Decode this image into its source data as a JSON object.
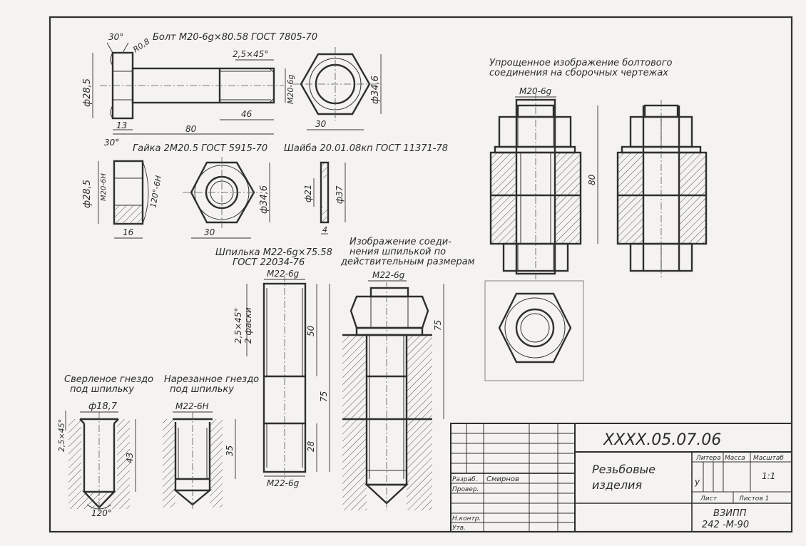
{
  "titles": {
    "bolt": "Болт М20-6g×80.58 ГОСТ 7805-70",
    "nut": "Гайка 2М20.5 ГОСТ 5915-70",
    "washer": "Шайба 20.01.08кп ГОСТ 11371-78",
    "stud_1": "Шпилька М22-6g×75.58",
    "stud_2": "ГОСТ 22034-76",
    "stud_conn_1": "Изображение соеди-",
    "stud_conn_2": "нения шпилькой по",
    "stud_conn_3": "действительным размерам",
    "simplified_1": "Упрощенное изображение болтового",
    "simplified_2": "соединения на сборочных чертежах",
    "drilled_1": "Сверленое гнездо",
    "drilled_2": "под шпильку",
    "tapped_1": "Нарезанное гнездо",
    "tapped_2": "под шпильку"
  },
  "dims": {
    "bolt": {
      "angle30": "30°",
      "r": "R0,8",
      "chamfer": "2,5×45°",
      "dia": "ф28,5",
      "thread": "М20-6g",
      "thread_len": "46",
      "head_h": "13",
      "length": "80",
      "across_corners": "ф34,6",
      "across_flats": "30"
    },
    "nut": {
      "angle30": "30°",
      "dia": "ф28,5",
      "thread": "М20-6Н",
      "angle120": "120°-6Н",
      "height": "16",
      "across_corners": "ф34,6",
      "across_flats": "30"
    },
    "washer": {
      "inner": "ф21",
      "outer": "ф37",
      "thickness": "4"
    },
    "stud": {
      "thread_top": "М22-6g",
      "thread_bottom": "М22-6g",
      "chamfer_1": "2,5×45°",
      "chamfer_2": "2 фаски",
      "l_top": "50",
      "l_total": "75",
      "l_bottom": "28"
    },
    "stud_conn": {
      "thread": "М22-6g",
      "len": "75"
    },
    "simplified": {
      "thread": "М20-6g",
      "len": "80"
    },
    "drilled": {
      "dia": "ф18,7",
      "chamfer": "2,5×45°",
      "depth": "43",
      "angle": "120°"
    },
    "tapped": {
      "thread": "М22-6Н",
      "depth": "35"
    }
  },
  "title_block": {
    "code": "XXXX.05.07.06",
    "name_1": "Резьбовые",
    "name_2": "изделия",
    "razrab": "Разраб.",
    "razrab_name": "Смирнов",
    "prover": "Провер.",
    "nkontr": "Н.контр.",
    "utv": "Утв.",
    "litera": "Литера",
    "massa": "Масса",
    "masshtab": "Масштаб",
    "litera_val": "у",
    "masshtab_val": "1:1",
    "list": "Лист",
    "listov": "Листов 1",
    "org_1": "ВЗИПП",
    "org_2": "242 -М-90"
  }
}
